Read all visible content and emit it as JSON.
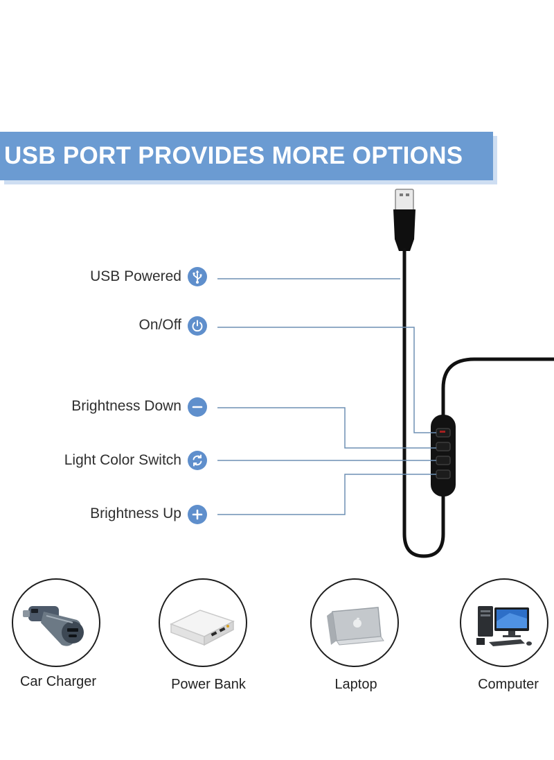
{
  "banner": {
    "title": "USB PORT PROVIDES MORE OPTIONS"
  },
  "controls": [
    {
      "label": "USB Powered",
      "icon": "usb-icon"
    },
    {
      "label": "On/Off",
      "icon": "power-icon"
    },
    {
      "label": "Brightness Down",
      "icon": "minus-icon"
    },
    {
      "label": "Light Color Switch",
      "icon": "switch-icon"
    },
    {
      "label": "Brightness Up",
      "icon": "plus-icon"
    }
  ],
  "devices": [
    {
      "label": "Car Charger",
      "icon": "car-charger-icon"
    },
    {
      "label": "Power Bank",
      "icon": "power-bank-icon"
    },
    {
      "label": "Laptop",
      "icon": "laptop-icon"
    },
    {
      "label": "Computer",
      "icon": "computer-icon"
    }
  ],
  "colors": {
    "accent": "#5f8fcc",
    "banner": "#6b9bd2",
    "leader": "#6d8fb3",
    "cable": "#111111"
  }
}
